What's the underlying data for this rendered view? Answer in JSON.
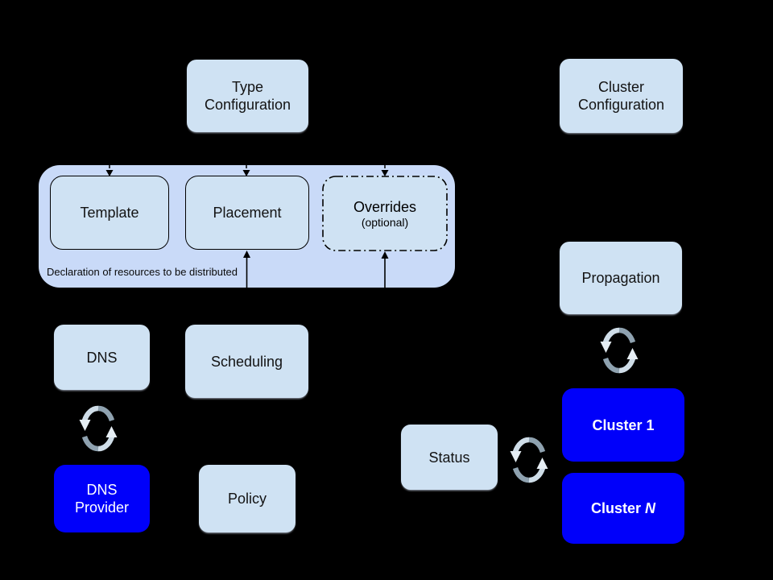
{
  "diagram": {
    "background": "#000000",
    "colors": {
      "light_box": "#cfe2f3",
      "group_container": "#c9daf8",
      "accent_blue": "#0000fa",
      "text_dark": "#131313",
      "text_light": "#ffffff",
      "sync_arrow_dark": "#8fa2b0",
      "sync_arrow_light": "#cfdde8",
      "connector": "#000000"
    },
    "icons": {
      "sync": "sync-icon"
    },
    "top_row": {
      "type_config": {
        "line1": "Type",
        "line2": "Configuration"
      },
      "cluster_config": {
        "line1": "Cluster",
        "line2": "Configuration"
      }
    },
    "resource_group": {
      "caption": "Declaration of resources to be distributed",
      "template_label": "Template",
      "placement_label": "Placement",
      "overrides_label": "Overrides",
      "overrides_sublabel": "(optional)"
    },
    "left_column": {
      "dns_label": "DNS",
      "scheduling_label": "Scheduling",
      "dns_provider": {
        "line1": "DNS",
        "line2": "Provider"
      },
      "policy_label": "Policy"
    },
    "right_column": {
      "propagation_label": "Propagation",
      "status_label": "Status",
      "cluster1": {
        "prefix": "Cluster",
        "suffix": "1"
      },
      "clusterN": {
        "prefix": "Cluster",
        "suffix": "N"
      }
    }
  }
}
